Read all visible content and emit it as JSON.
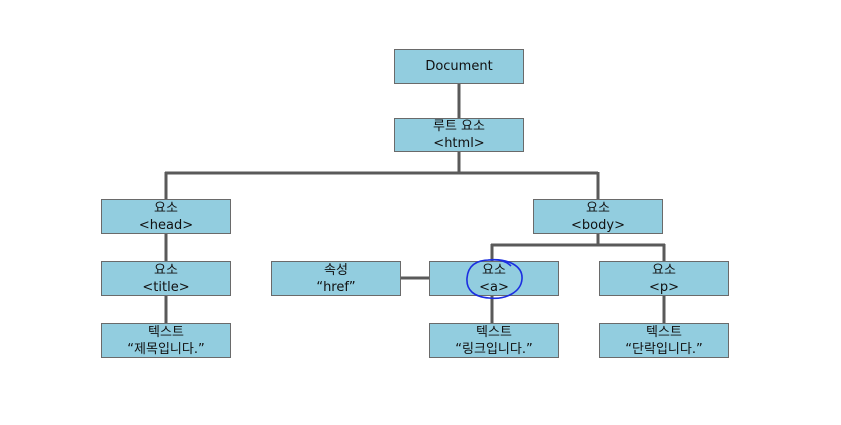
{
  "diagram": {
    "colors": {
      "node_fill": "#92cddf",
      "node_border": "#6a6a6a",
      "connector": "#5a5a5a",
      "highlight": "#1b2ee0"
    },
    "nodes": {
      "document": {
        "line1": "Document"
      },
      "html": {
        "line1": "루트 요소",
        "line2": "<html>"
      },
      "head": {
        "line1": "요소",
        "line2": "<head>"
      },
      "body": {
        "line1": "요소",
        "line2": "<body>"
      },
      "title": {
        "line1": "요소",
        "line2": "<title>"
      },
      "attr_href": {
        "line1": "속성",
        "line2": "“href”"
      },
      "a": {
        "line1": "요소",
        "line2": "<a>"
      },
      "p": {
        "line1": "요소",
        "line2": "<p>"
      },
      "text_title": {
        "line1": "텍스트",
        "line2": "“제목입니다.”"
      },
      "text_a": {
        "line1": "텍스트",
        "line2": "“링크입니다.”"
      },
      "text_p": {
        "line1": "텍스트",
        "line2": "“단락입니다.”"
      }
    },
    "highlighted_node": "a"
  }
}
